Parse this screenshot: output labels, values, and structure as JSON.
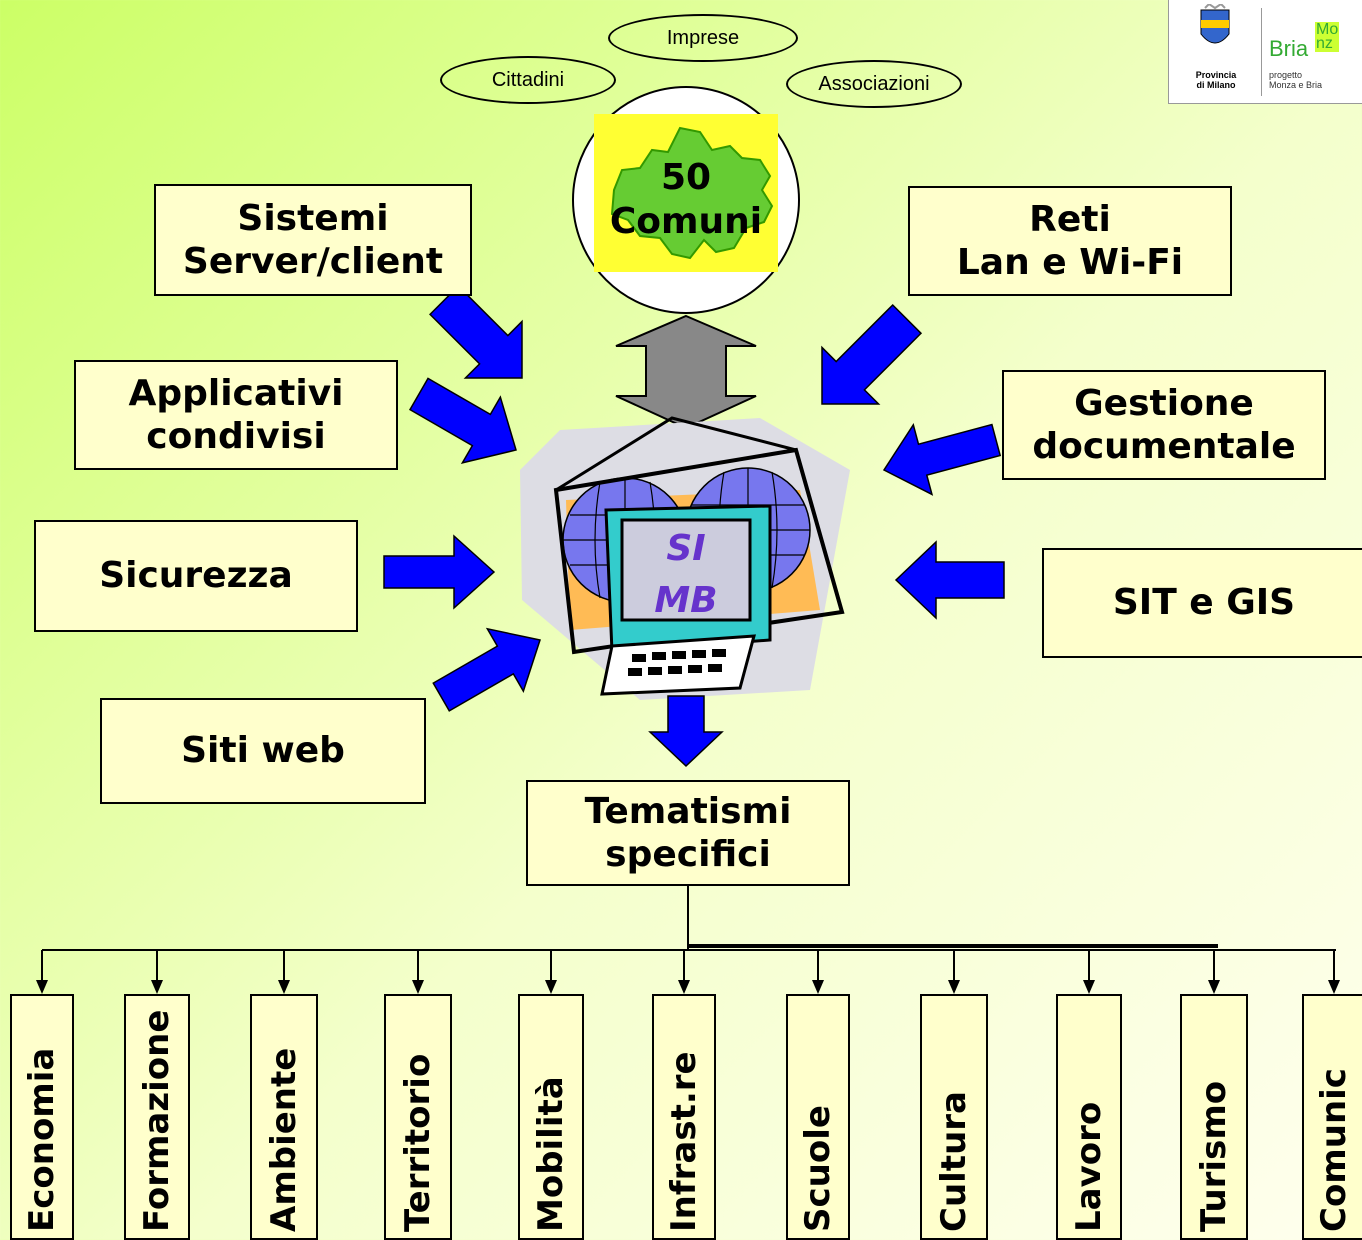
{
  "stakeholders": [
    "Imprese",
    "Cittadini",
    "Associazioni"
  ],
  "center_node": {
    "line1": "50",
    "line2": "Comuni"
  },
  "computer_label": {
    "line1": "SI",
    "line2": "MB"
  },
  "left_boxes": [
    "Sistemi\nServer/client",
    "Applicativi\ncondivisi",
    "Sicurezza",
    "Siti web"
  ],
  "right_boxes": [
    "Reti\nLan e Wi-Fi",
    "Gestione\ndocumentale",
    "SIT e GIS"
  ],
  "bottom_box": "Tematismi\nspecifici",
  "themes": [
    "Economia",
    "Formazione",
    "Ambiente",
    "Territorio",
    "Mobilità",
    "Infrast.re",
    "Scuole",
    "Cultura",
    "Lavoro",
    "Turismo",
    "Comunic"
  ],
  "logo": {
    "provincia": "Provincia\ndi Milano",
    "brand_a": "Bria",
    "brand_b": "Mo\nnz",
    "progetto": "progetto\nMonza e Bria"
  },
  "colors": {
    "arrow": "#0000ff",
    "box_fill": "#ffffcc",
    "map_fill": "#66cc33",
    "map_bg": "#ffff33",
    "si_mb_text": "#6633cc"
  }
}
